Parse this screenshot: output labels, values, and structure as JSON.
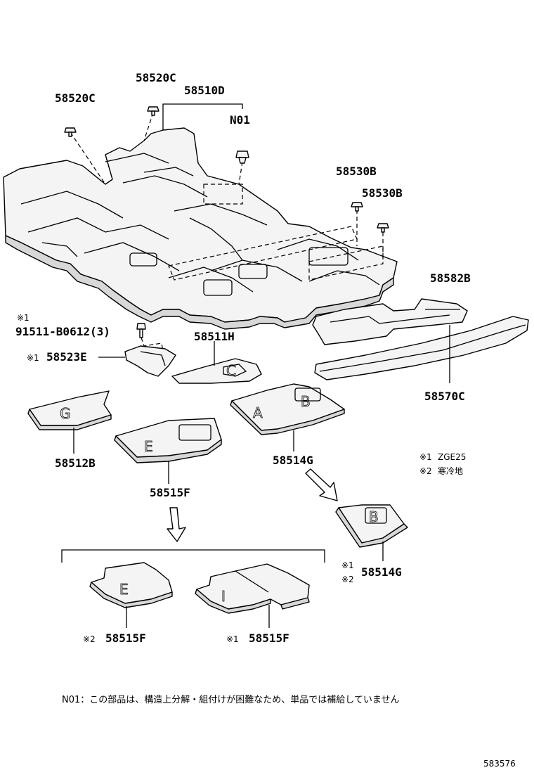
{
  "labels": {
    "p58520c_left": "58520C",
    "p58520c_top": "58520C",
    "p58510d": "58510D",
    "n01": "N01",
    "p58530b_1": "58530B",
    "p58530b_2": "58530B",
    "p58582b": "58582B",
    "p91511": "91511-B0612(3)",
    "p58511h": "58511H",
    "p58523e": "58523E",
    "p58570c": "58570C",
    "p58512b": "58512B",
    "p58514g": "58514G",
    "p58515f": "58515F",
    "p58514g_alt": "58514G",
    "p58515f_a": "58515F",
    "p58515f_b": "58515F"
  },
  "marks": {
    "m1": "※1",
    "m2": "※2",
    "m1_91511": "※1",
    "m1_58523e": "※1",
    "m1_58514g": "※1",
    "m2_58514g": "※2",
    "m2_58515f": "※2",
    "m1_58515f": "※1"
  },
  "legend": {
    "note1": "ZGE25",
    "note2": "寒冷地"
  },
  "footnote": "N01：この部品は、構造上分解・組付けが困難なため、単品では補給していません",
  "diagram_id": "583576",
  "embossed": {
    "e58512b": "G",
    "e58515f": "E",
    "e58514g_a": "A",
    "e58514g_b": "B",
    "e58511h": "C",
    "e58514g_alt": "B",
    "e58515f_a": "E",
    "e58515f_b": "I"
  }
}
